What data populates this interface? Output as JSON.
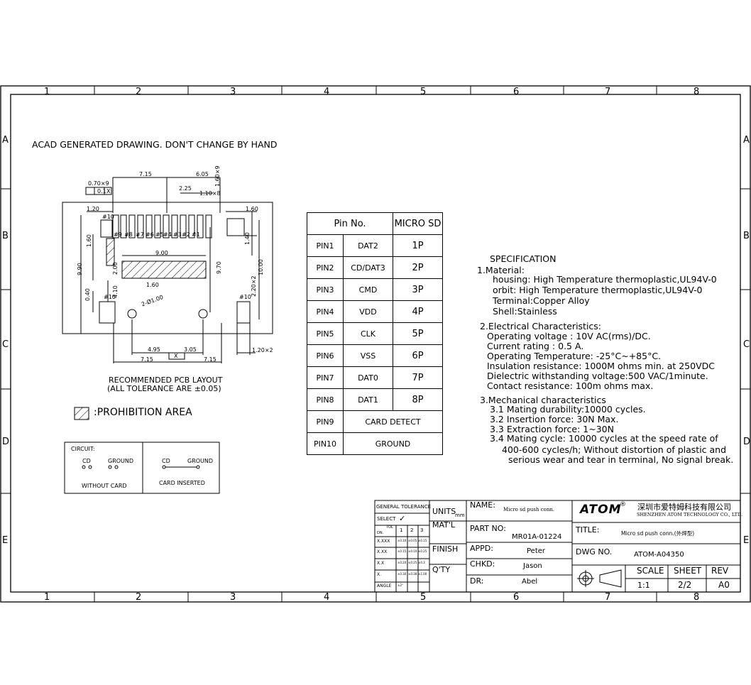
{
  "drawing": {
    "note": "ACAD GENERATED DRAWING. DON'T CHANGE BY HAND",
    "grid_cols": [
      "1",
      "2",
      "3",
      "4",
      "5",
      "6",
      "7",
      "8"
    ],
    "grid_rows": [
      "A",
      "B",
      "C",
      "D",
      "E"
    ]
  },
  "pcb": {
    "title_line1": "RECOMMENDED PCB LAYOUT",
    "title_line2": "(ALL TOLERANCE ARE ±0.05)",
    "dims": {
      "d715_top": "7.15",
      "d605": "6.05",
      "d070": "0.70×9",
      "d225": "2.25",
      "d110": "1.10×8",
      "d160_9": "1.60×9",
      "tol": "0.1",
      "tol_x": "X",
      "d120": "1.20",
      "d160_r": "1.60",
      "d160_l": "1.60",
      "d140": "1.40",
      "d900": "9.00",
      "d990": "9.90",
      "d200": "2.00",
      "d970": "9.70",
      "d1000": "10.00",
      "d160_m": "1.60",
      "d040": "0.40",
      "d410": "4.10",
      "d220": "2.20×2",
      "hole": "2-Ø1.00",
      "d495": "4.95",
      "d305": "3.05",
      "d715_bl": "7.15",
      "d715_br": "7.15",
      "d120x2": "1.20×2",
      "xmark": "X"
    },
    "pad10": "#10",
    "pins": [
      "#9",
      "#8",
      "#7",
      "#6",
      "#5",
      "#4",
      "#3",
      "#2",
      "#1"
    ]
  },
  "legend": {
    "prohibition": ":PROHIBITION  AREA"
  },
  "circuit": {
    "title": "CIRCUIT:",
    "cd": "CD",
    "ground": "GROUND",
    "without": "WITHOUT CARD",
    "inserted": "CARD INSERTED"
  },
  "pin_table": {
    "header_pin": "Pin No.",
    "header_sd": "MICRO SD",
    "rows": [
      {
        "pin": "PIN1",
        "name": "DAT2",
        "sd": "1P"
      },
      {
        "pin": "PIN2",
        "name": "CD/DAT3",
        "sd": "2P"
      },
      {
        "pin": "PIN3",
        "name": "CMD",
        "sd": "3P"
      },
      {
        "pin": "PIN4",
        "name": "VDD",
        "sd": "4P"
      },
      {
        "pin": "PIN5",
        "name": "CLK",
        "sd": "5P"
      },
      {
        "pin": "PIN6",
        "name": "VSS",
        "sd": "6P"
      },
      {
        "pin": "PIN7",
        "name": "DAT0",
        "sd": "7P"
      },
      {
        "pin": "PIN8",
        "name": "DAT1",
        "sd": "8P"
      }
    ],
    "merged_rows": [
      {
        "pin": "PIN9",
        "label": "CARD DETECT"
      },
      {
        "pin": "PIN10",
        "label": "GROUND"
      }
    ]
  },
  "spec": {
    "title": "SPECIFICATION",
    "lines": [
      "1.Material:",
      "housing: High Temperature thermoplastic,UL94V-0",
      "orbit: High Temperature thermoplastic,UL94V-0",
      "Terminal:Copper Alloy",
      "Shell:Stainless",
      "2.Electrical Characteristics:",
      "Operating voltage : 10V AC(rms)/DC.",
      "Current rating : 0.5 A.",
      "Operating Temperature: -25°C~+85°C.",
      "Insulation resistance: 1000M ohms min. at 250VDC",
      "Dielectric withstanding voltage:500 VAC/1minute.",
      "Contact resistance: 100m ohms max.",
      "3.Mechanical characteristics",
      "3.1 Mating durability:10000 cycles.",
      "3.2 Insertion force: 30N Max.",
      "3.3 Extraction force: 1~30N",
      "3.4 Mating cycle: 10000 cycles at the speed rate of",
      "400-600 cycles/h; Without distortion of plastic and",
      "serious wear and tear in terminal, No signal break."
    ]
  },
  "title_block": {
    "gen_tol": "GENERAL TOLERANCE",
    "select": "SELECT",
    "check": "✓",
    "tol": "TOL",
    "dn": "DN.",
    "cols": [
      "1",
      "2",
      "3"
    ],
    "rows": [
      {
        "label": "X.XXX",
        "vals": [
          "±0.10",
          "±0.05",
          "±0.15"
        ]
      },
      {
        "label": "X.XX",
        "vals": [
          "±0.15",
          "±0.10",
          "±0.25"
        ]
      },
      {
        "label": "X.X",
        "vals": [
          "±0.20",
          "±0.25",
          "±0.3"
        ]
      },
      {
        "label": "X.",
        "vals": [
          "±0.30",
          "±0.38",
          "±1.00"
        ]
      },
      {
        "label": "ANGLE",
        "vals": [
          "±2°",
          "",
          ""
        ]
      }
    ],
    "units": "UNITS",
    "mm": "mm",
    "matl": "MAT'L",
    "finish": "FINISH",
    "qty": "Q'TY",
    "name_label": "NAME:",
    "name_value": "Micro sd push conn.",
    "part_label": "PART NO:",
    "part_value": "MR01A-01224",
    "appd_label": "APPD:",
    "appd_value": "Peter",
    "chkd_label": "CHKD:",
    "chkd_value": "Jason",
    "dr_label": "DR:",
    "dr_value": "Abel",
    "logo": "ATOM",
    "reg": "®",
    "company_cn": "深圳市爱特姆科技有限公司",
    "company_en": "SHENZHEN ATOM TECHNOLOGY CO., LTD.",
    "title_label": "TITLE:",
    "title_value": "Micro sd push conn.(外焊型)",
    "dwg_label": "DWG NO.",
    "dwg_value": "ATOM-A04350",
    "scale_label": "SCALE",
    "sheet_label": "SHEET",
    "rev_label": "REV",
    "scale_value": "1:1",
    "sheet_value": "2/2",
    "rev_value": "A0"
  },
  "colors": {
    "line": "#000000",
    "paper": "#ffffff"
  }
}
